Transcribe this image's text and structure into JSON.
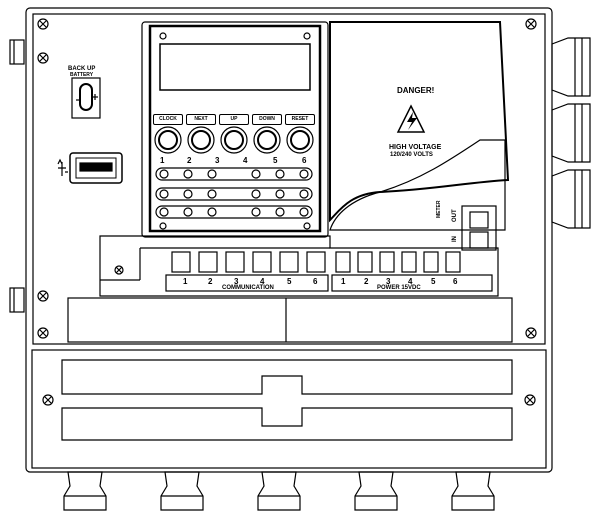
{
  "backup": {
    "line1": "BACK UP",
    "line2": "BATTERY"
  },
  "keypad": {
    "buttons": [
      "CLOCK",
      "NEXT",
      "UP",
      "DOWN",
      "RESET"
    ],
    "key_numbers": [
      "1",
      "2",
      "3",
      "4",
      "5",
      "6"
    ]
  },
  "warning": {
    "title": "DANGER!",
    "line1": "HIGH VOLTAGE",
    "line2": "120/240 VOLTS"
  },
  "terminals": {
    "communication_label": "COMMUNICATION",
    "communication_numbers": [
      "1",
      "2",
      "3",
      "4",
      "5",
      "6"
    ],
    "power_label": "POWER 15VDC",
    "power_numbers": [
      "1",
      "2",
      "3",
      "4",
      "5",
      "6"
    ]
  },
  "meter": {
    "label": "METER",
    "in_label": "IN",
    "out_label": "OUT"
  },
  "colors": {
    "line": "#000000",
    "background": "#ffffff"
  }
}
